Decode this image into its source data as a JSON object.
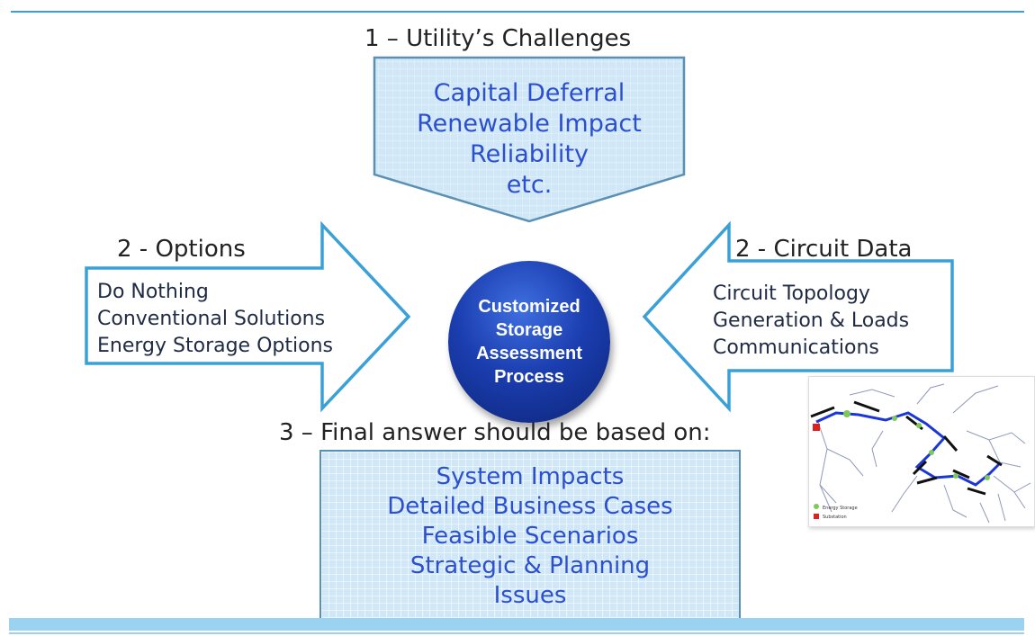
{
  "utility": {
    "heading": "1 – Utility’s Challenges",
    "lines": [
      "Capital Deferral",
      "Renewable Impact",
      "Reliability",
      "etc."
    ]
  },
  "options": {
    "heading": "2 - Options",
    "lines": [
      "Do Nothing",
      "Conventional Solutions",
      "Energy Storage Options"
    ]
  },
  "circuit": {
    "heading": "2 - Circuit Data",
    "lines": [
      "Circuit Topology",
      "Generation & Loads",
      "Communications"
    ]
  },
  "center": {
    "lines": [
      "Customized",
      "Storage",
      "Assessment",
      "Process"
    ]
  },
  "final": {
    "heading": "3 – Final answer should be based on:",
    "lines": [
      "System Impacts",
      "Detailed Business Cases",
      "Feasible Scenarios",
      "Strategic & Planning",
      "Issues"
    ]
  },
  "map_legend": {
    "storage": "Energy Storage",
    "substation": "Substation"
  },
  "colors": {
    "accent_blue": "#2b4fcf",
    "box_fill": "#cfe7f6",
    "arrow_border": "#3aa0d8",
    "circle_blue": "#1b3eb0"
  }
}
